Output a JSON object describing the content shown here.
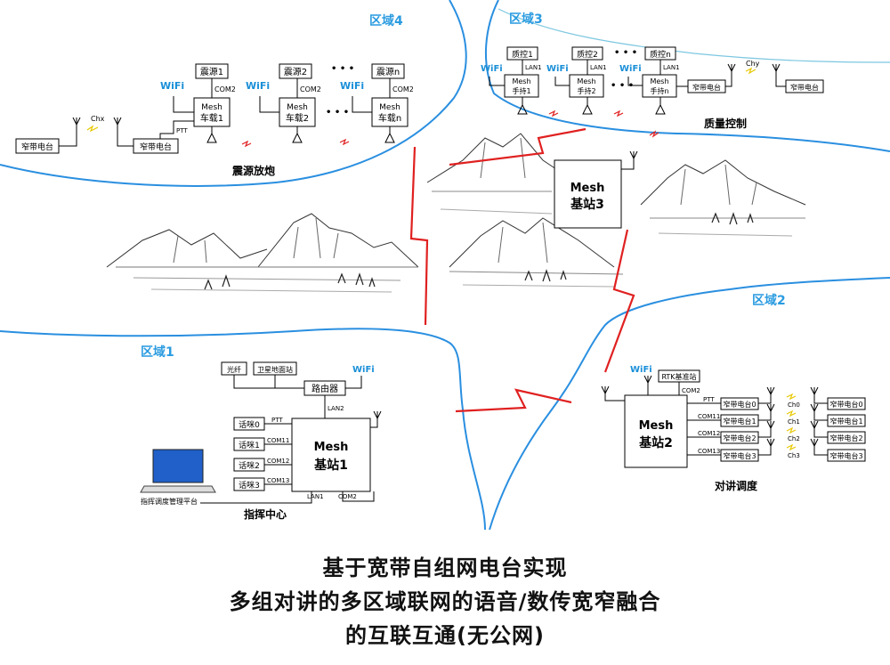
{
  "regions": {
    "r1": "区域1",
    "r2": "区域2",
    "r3": "区域3",
    "r4": "区域4"
  },
  "zone4": {
    "source1": "震源1",
    "source2": "震源2",
    "sourcen": "震源n",
    "com2": "COM2",
    "mesh1": [
      "Mesh",
      "车载1"
    ],
    "mesh2": [
      "Mesh",
      "车载2"
    ],
    "meshn": [
      "Mesh",
      "车载n"
    ],
    "ellipsis": "• • •",
    "ptt": "PTT",
    "chx": "Chx",
    "radio": "窄带电台",
    "title": "震源放炮"
  },
  "zone3": {
    "qc1": "质控1",
    "qc2": "质控2",
    "qcn": "质控n",
    "lan1": "LAN1",
    "h1": [
      "Mesh",
      "手持1"
    ],
    "h2": [
      "Mesh",
      "手持2"
    ],
    "hn": [
      "Mesh",
      "手持n"
    ],
    "chy": "Chy",
    "radio": "窄带电台",
    "title": "质量控制"
  },
  "base3": [
    "Mesh",
    "基站3"
  ],
  "zone1": {
    "fiber": "光纤",
    "satellite": "卫星地面站",
    "router": "路由器",
    "lan2": "LAN2",
    "mic0": "话咪0",
    "mic1": "话咪1",
    "mic2": "话咪2",
    "mic3": "话咪3",
    "ptt": "PTT",
    "com11": "COM11",
    "com12": "COM12",
    "com13": "COM13",
    "lan1": "LAN1",
    "com2": "COM2",
    "base": [
      "Mesh",
      "基站1"
    ],
    "platform": "指挥调度管理平台",
    "title": "指挥中心"
  },
  "zone2": {
    "rtk": "RTK基准站",
    "com2": "COM2",
    "base": [
      "Mesh",
      "基站2"
    ],
    "ptt": "PTT",
    "com11": "COM11",
    "com12": "COM12",
    "com13": "COM13",
    "radio0": "窄带电台0",
    "radio1": "窄带电台1",
    "radio2": "窄带电台2",
    "radio3": "窄带电台3",
    "ch0": "Ch0",
    "ch1": "Ch1",
    "ch2": "Ch2",
    "ch3": "Ch3",
    "title": "对讲调度"
  },
  "wifi": "WiFi",
  "caption": {
    "line1": "基于宽带自组网电台实现",
    "line2": "多组对讲的多区域联网的语音/数传宽窄融合",
    "line3": "的互联互通(无公网)"
  },
  "colors": {
    "region_label": "#2a9be0",
    "wifi": "#1a8fd8",
    "link": "#e02020",
    "river": "#2a8fe0",
    "ch_yellow": "#e8c800"
  }
}
